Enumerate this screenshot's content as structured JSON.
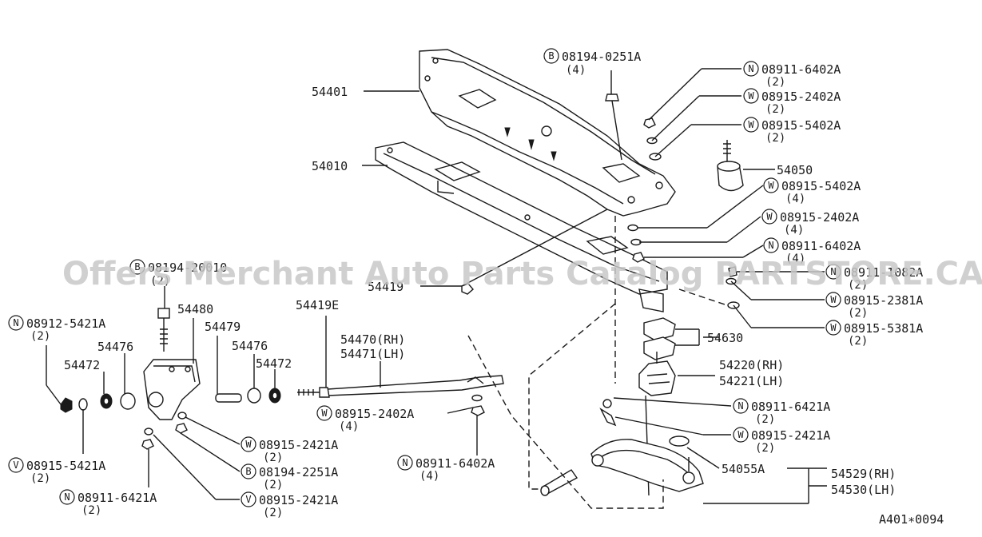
{
  "watermark": "Offers Merchant Auto Parts Catalog PARTSTORE.CA",
  "diagram_code": "A401∗0094",
  "labels": {
    "p54401": "54401",
    "p54010": "54010",
    "p54050": "54050",
    "p54419": "54419",
    "p54419e": "54419E",
    "p54480": "54480",
    "p54479": "54479",
    "p54476a": "54476",
    "p54476b": "54476",
    "p54472a": "54472",
    "p54472b": "54472",
    "p54470": "54470(RH)",
    "p54471": "54471(LH)",
    "p54630": "54630",
    "p54220": "54220(RH)",
    "p54221": "54221(LH)",
    "p54055a": "54055A",
    "p54529": "54529(RH)",
    "p54530": "54530(LH)"
  },
  "fasteners": [
    {
      "badge": "B",
      "code": "08194-0251A",
      "qty": "(4)"
    },
    {
      "badge": "N",
      "code": "08911-6402A",
      "qty": "(2)"
    },
    {
      "badge": "W",
      "code": "08915-2402A",
      "qty": "(2)"
    },
    {
      "badge": "W",
      "code": "08915-5402A",
      "qty": "(2)"
    },
    {
      "badge": "W",
      "code": "08915-5402A",
      "qty": "(4)"
    },
    {
      "badge": "W",
      "code": "08915-2402A",
      "qty": "(4)"
    },
    {
      "badge": "N",
      "code": "08911-6402A",
      "qty": "(4)"
    },
    {
      "badge": "N",
      "code": "08911-1082A",
      "qty": "(2)"
    },
    {
      "badge": "W",
      "code": "08915-2381A",
      "qty": "(2)"
    },
    {
      "badge": "W",
      "code": "08915-5381A",
      "qty": "(2)"
    },
    {
      "badge": "N",
      "code": "08911-6421A",
      "qty": "(2)"
    },
    {
      "badge": "W",
      "code": "08915-2421A",
      "qty": "(2)"
    },
    {
      "badge": "B",
      "code": "08194-20010",
      "qty": "(2)"
    },
    {
      "badge": "N",
      "code": "08912-5421A",
      "qty": "(2)"
    },
    {
      "badge": "V",
      "code": "08915-5421A",
      "qty": "(2)"
    },
    {
      "badge": "N",
      "code": "08911-6421A",
      "qty": "(2)"
    },
    {
      "badge": "W",
      "code": "08915-2421A",
      "qty": "(2)"
    },
    {
      "badge": "B",
      "code": "08194-2251A",
      "qty": "(2)"
    },
    {
      "badge": "V",
      "code": "08915-2421A",
      "qty": "(2)"
    },
    {
      "badge": "W",
      "code": "08915-2402A",
      "qty": "(4)"
    },
    {
      "badge": "N",
      "code": "08911-6402A",
      "qty": "(4)"
    }
  ]
}
